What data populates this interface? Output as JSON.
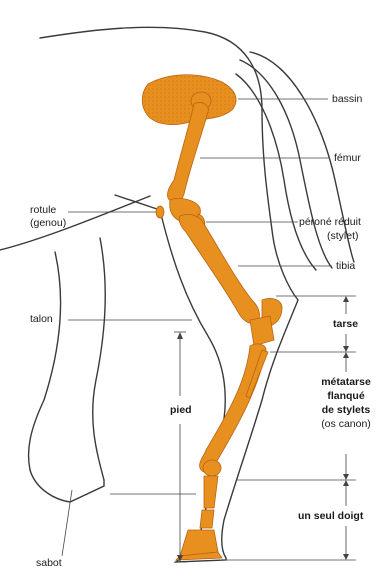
{
  "colors": {
    "bone": "#e8901f",
    "bone_dark": "#b86410",
    "outline": "#3a3a3a",
    "line": "#444444",
    "background": "#ffffff",
    "text": "#1a1a1a"
  },
  "labels": {
    "bassin": "bassin",
    "femur": "fémur",
    "rotule_1": "rotule",
    "rotule_2": "(genou)",
    "perone_1": "péroné réduit",
    "perone_2": "(stylet)",
    "tibia": "tibia",
    "talon": "talon",
    "tarse": "tarse",
    "pied": "pied",
    "metatarse_1": "métatarse",
    "metatarse_2": "flanqué",
    "metatarse_3": "de stylets",
    "metatarse_4": "(os canon)",
    "doigt": "un seul doigt",
    "sabot": "sabot"
  }
}
